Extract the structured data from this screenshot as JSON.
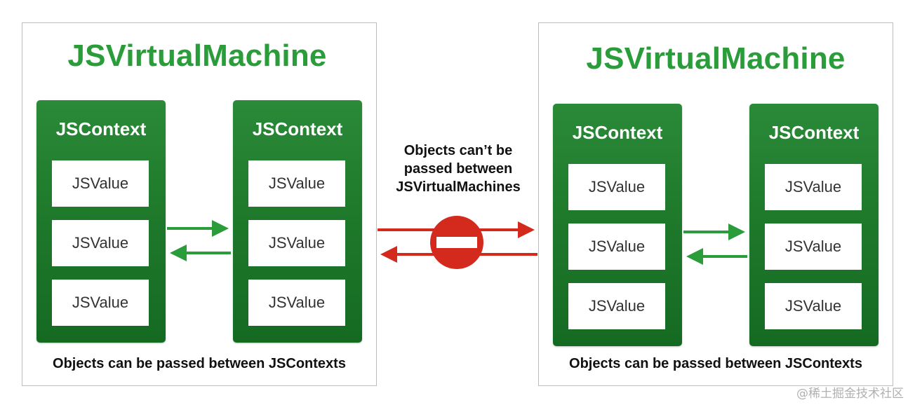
{
  "colors": {
    "title_green": "#2a9c3a",
    "context_green": "#1f7a2c",
    "arrow_green": "#2a9c3a",
    "arrow_red": "#d42a1e",
    "stop_red": "#d42a1e"
  },
  "left_vm": {
    "title": "JSVirtualMachine",
    "contexts": [
      {
        "title": "JSContext",
        "values": [
          "JSValue",
          "JSValue",
          "JSValue"
        ]
      },
      {
        "title": "JSContext",
        "values": [
          "JSValue",
          "JSValue",
          "JSValue"
        ]
      }
    ],
    "caption": "Objects can be passed between JSContexts"
  },
  "right_vm": {
    "title": "JSVirtualMachine",
    "contexts": [
      {
        "title": "JSContext",
        "values": [
          "JSValue",
          "JSValue",
          "JSValue"
        ]
      },
      {
        "title": "JSContext",
        "values": [
          "JSValue",
          "JSValue",
          "JSValue"
        ]
      }
    ],
    "caption": "Objects can be passed between JSContexts"
  },
  "middle": {
    "lines": [
      "Objects can’t be",
      "passed between",
      "JSVirtualMachines"
    ],
    "icon": "no-entry-icon"
  },
  "watermark": "@稀土掘金技术社区"
}
